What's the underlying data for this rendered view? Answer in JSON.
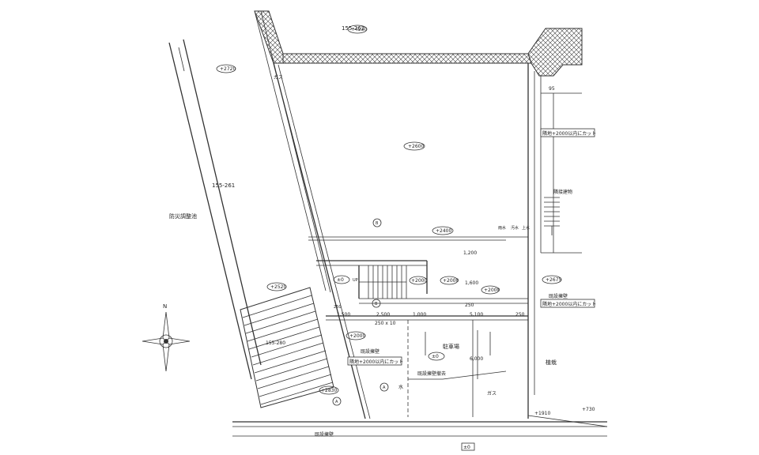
{
  "labels": {
    "lot_top": "155-262",
    "lot_left": "155-261",
    "lot_stair": "155-280",
    "disaster_pond": "防災調整池",
    "gas_top": "ガス",
    "gas_bottom": "ガス",
    "adjacent_building": "隣接建物",
    "retaining_wall_right": "既設擁壁",
    "retaining_wall_mid": "既設擁壁",
    "retaining_wall_bottom": "既設擁壁",
    "cut_note_top": "隣地+2000以内にカット",
    "cut_note_mid": "隣地+2000以内にカット",
    "cut_note_left": "隣地+2000以内にカット",
    "wall_foundation_removal": "既設擁壁撤去",
    "parking": "駐車場",
    "planting": "植栽",
    "water": "水",
    "up": "UP",
    "dim_95": "95",
    "drain_1": "雨水",
    "drain_2": "汚水",
    "drain_3": "上水"
  },
  "levels": {
    "l4230": "+4230",
    "l2720": "+2720",
    "l2600": "+2600",
    "l2400": "+2400",
    "l2000_a": "+2000",
    "l2000_b": "+2000",
    "l2000_c": "+2000",
    "l2000_d": "+2000",
    "l2675": "+2675",
    "l2520": "+2520",
    "l2830": "+2830",
    "l1910": "+1910",
    "l730": "+730",
    "pm0_a": "±0",
    "pm0_b": "±0",
    "pm0_c": "±0"
  },
  "dims": {
    "d1500": "1,500",
    "d2500": "2,500",
    "d1000": "1,000",
    "d5100": "5,100",
    "d250a": "250",
    "d250b": "250",
    "d250x10": "250 x 10",
    "d1200": "1,200",
    "d1600": "1,600",
    "d250c": "250",
    "d6000": "6,000"
  },
  "markers": {
    "a1": "A",
    "a2": "A",
    "b1": "B",
    "b2": "B"
  },
  "compass": {
    "north": "N"
  }
}
